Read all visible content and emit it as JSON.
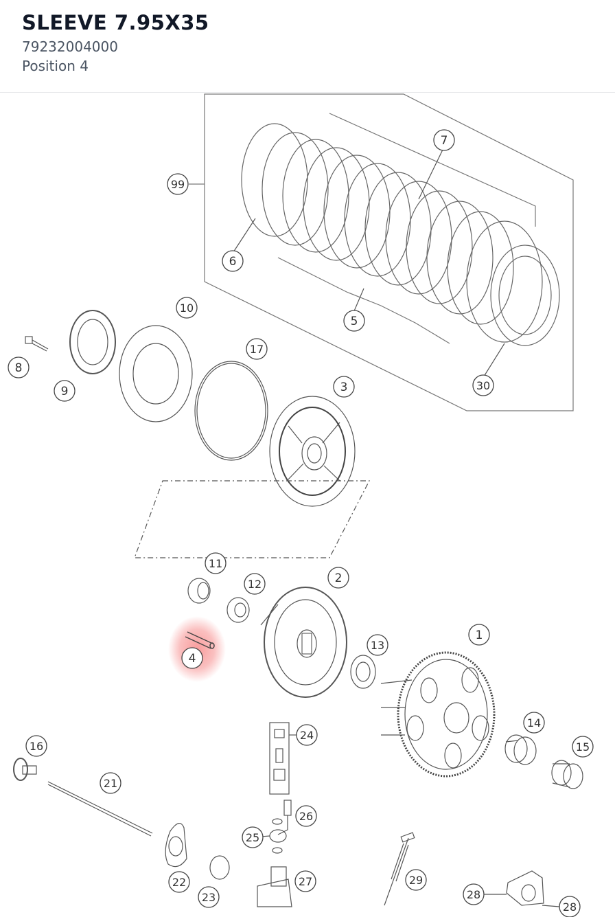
{
  "part": {
    "title": "SLEEVE 7.95X35",
    "number": "79232004000",
    "position": "Position 4"
  },
  "highlight_color": "#f24b4b",
  "callouts": [
    "99",
    "7",
    "6",
    "5",
    "30",
    "10",
    "8",
    "9",
    "17",
    "3",
    "11",
    "12",
    "2",
    "4",
    "13",
    "1",
    "14",
    "15",
    "16",
    "24",
    "21",
    "26",
    "25",
    "22",
    "23",
    "27",
    "29",
    "28",
    "28"
  ]
}
